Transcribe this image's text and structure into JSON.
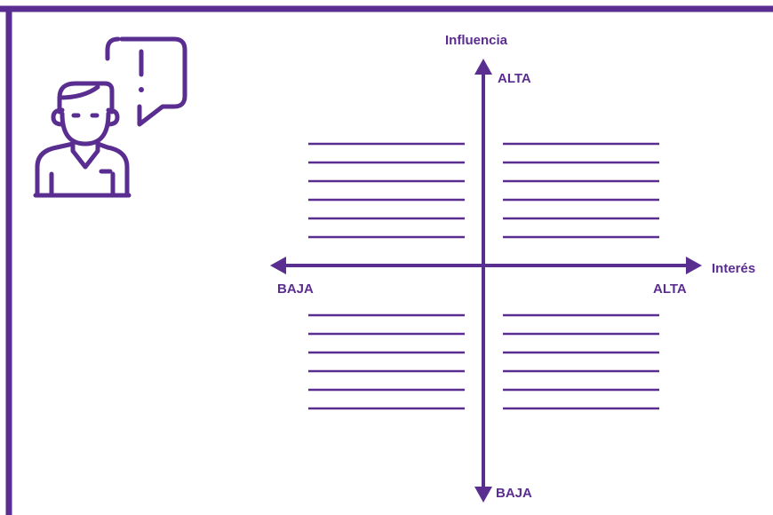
{
  "colors": {
    "accent": "#5a2d91",
    "background": "#ffffff"
  },
  "icon": "person-with-exclamation-speech-bubble-icon",
  "y_axis": {
    "title": "Influencia",
    "high_label": "ALTA",
    "low_label": "BAJA"
  },
  "x_axis": {
    "title": "Interés",
    "high_label": "ALTA",
    "low_label": "BAJA"
  },
  "quadrants": [
    {
      "name": "top-left",
      "lines": 6
    },
    {
      "name": "top-right",
      "lines": 6
    },
    {
      "name": "bottom-left",
      "lines": 6
    },
    {
      "name": "bottom-right",
      "lines": 6
    }
  ]
}
